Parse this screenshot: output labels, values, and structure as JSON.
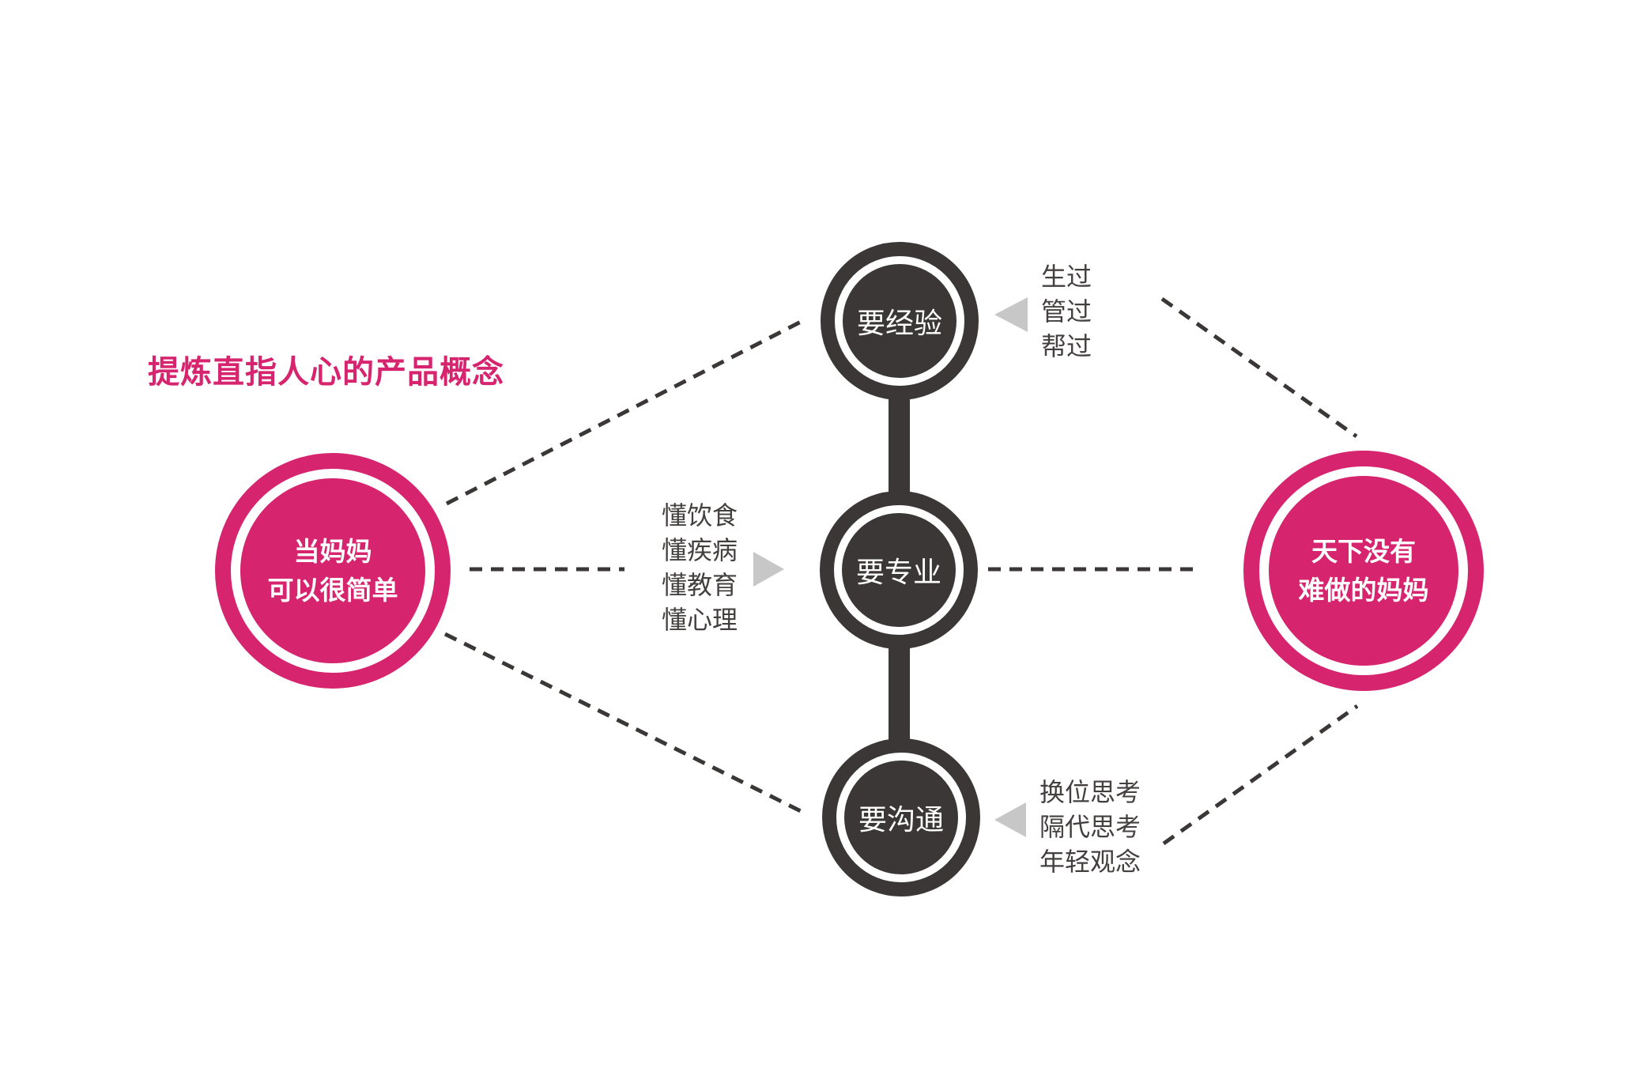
{
  "title": "提炼直指人心的产品概念",
  "colors": {
    "pink": "#D7246F",
    "dark": "#3B3737",
    "arrow_gray": "#C7C7C7",
    "text_gray": "#454040",
    "background": "#FFFFFF"
  },
  "left_node": {
    "lines": [
      "当妈妈",
      "可以很简单"
    ]
  },
  "right_node": {
    "lines": [
      "天下没有",
      "难做的妈妈"
    ]
  },
  "center_nodes": [
    {
      "label": "要经验",
      "annotation": [
        "生过",
        "管过",
        "帮过"
      ],
      "arrow_direction": "left"
    },
    {
      "label": "要专业",
      "annotation": [
        "懂饮食",
        "懂疾病",
        "懂教育",
        "懂心理"
      ],
      "arrow_direction": "right"
    },
    {
      "label": "要沟通",
      "annotation": [
        "换位思考",
        "隔代思考",
        "年轻观念"
      ],
      "arrow_direction": "left"
    }
  ]
}
